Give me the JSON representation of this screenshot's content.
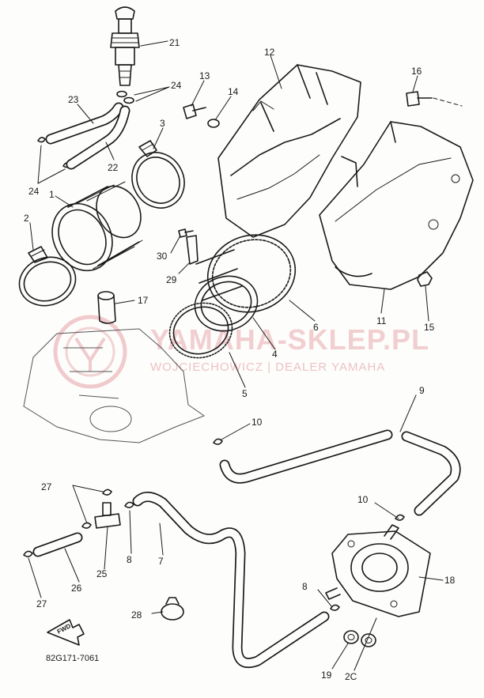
{
  "diagram": {
    "part_code": "82G171-7061",
    "forward_label": "FWD",
    "watermark": {
      "brand": "YAMAHA-SKLEP.PL",
      "dealer": "WOJCIECHOWICZ | DEALER YAMAHA",
      "color": "#e8a9ad"
    },
    "callouts": [
      {
        "id": "c1",
        "text": "1"
      },
      {
        "id": "c2",
        "text": "2"
      },
      {
        "id": "c3",
        "text": "3"
      },
      {
        "id": "c4",
        "text": "4"
      },
      {
        "id": "c5",
        "text": "5"
      },
      {
        "id": "c6",
        "text": "6"
      },
      {
        "id": "c7",
        "text": "7"
      },
      {
        "id": "c8a",
        "text": "8"
      },
      {
        "id": "c8b",
        "text": "8"
      },
      {
        "id": "c9",
        "text": "9"
      },
      {
        "id": "c10a",
        "text": "10"
      },
      {
        "id": "c10b",
        "text": "10"
      },
      {
        "id": "c11",
        "text": "11"
      },
      {
        "id": "c12",
        "text": "12"
      },
      {
        "id": "c13",
        "text": "13"
      },
      {
        "id": "c14",
        "text": "14"
      },
      {
        "id": "c15",
        "text": "15"
      },
      {
        "id": "c16",
        "text": "16"
      },
      {
        "id": "c17",
        "text": "17"
      },
      {
        "id": "c18",
        "text": "18"
      },
      {
        "id": "c19",
        "text": "19"
      },
      {
        "id": "c20",
        "text": "2C"
      },
      {
        "id": "c21",
        "text": "21"
      },
      {
        "id": "c22",
        "text": "22"
      },
      {
        "id": "c23",
        "text": "23"
      },
      {
        "id": "c24a",
        "text": "24"
      },
      {
        "id": "c24b",
        "text": "24"
      },
      {
        "id": "c25",
        "text": "25"
      },
      {
        "id": "c26",
        "text": "26"
      },
      {
        "id": "c27a",
        "text": "27"
      },
      {
        "id": "c27b",
        "text": "27"
      },
      {
        "id": "c28",
        "text": "28"
      },
      {
        "id": "c29",
        "text": "29"
      },
      {
        "id": "c30",
        "text": "30"
      }
    ]
  }
}
